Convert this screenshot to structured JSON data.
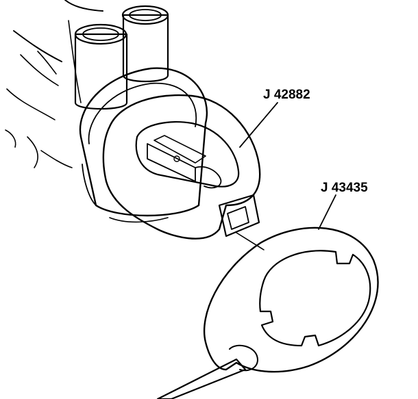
{
  "figure": {
    "callouts": [
      {
        "id": "tool-1",
        "label": "J 42882"
      },
      {
        "id": "tool-2",
        "label": "J 43435"
      }
    ]
  },
  "colors": {
    "ink": "#000000",
    "paper": "#ffffff",
    "stipple": "#000000"
  },
  "icons": {
    "tool_1": "socket-tool-drawing",
    "tool_2": "spanner-wrench-drawing"
  }
}
